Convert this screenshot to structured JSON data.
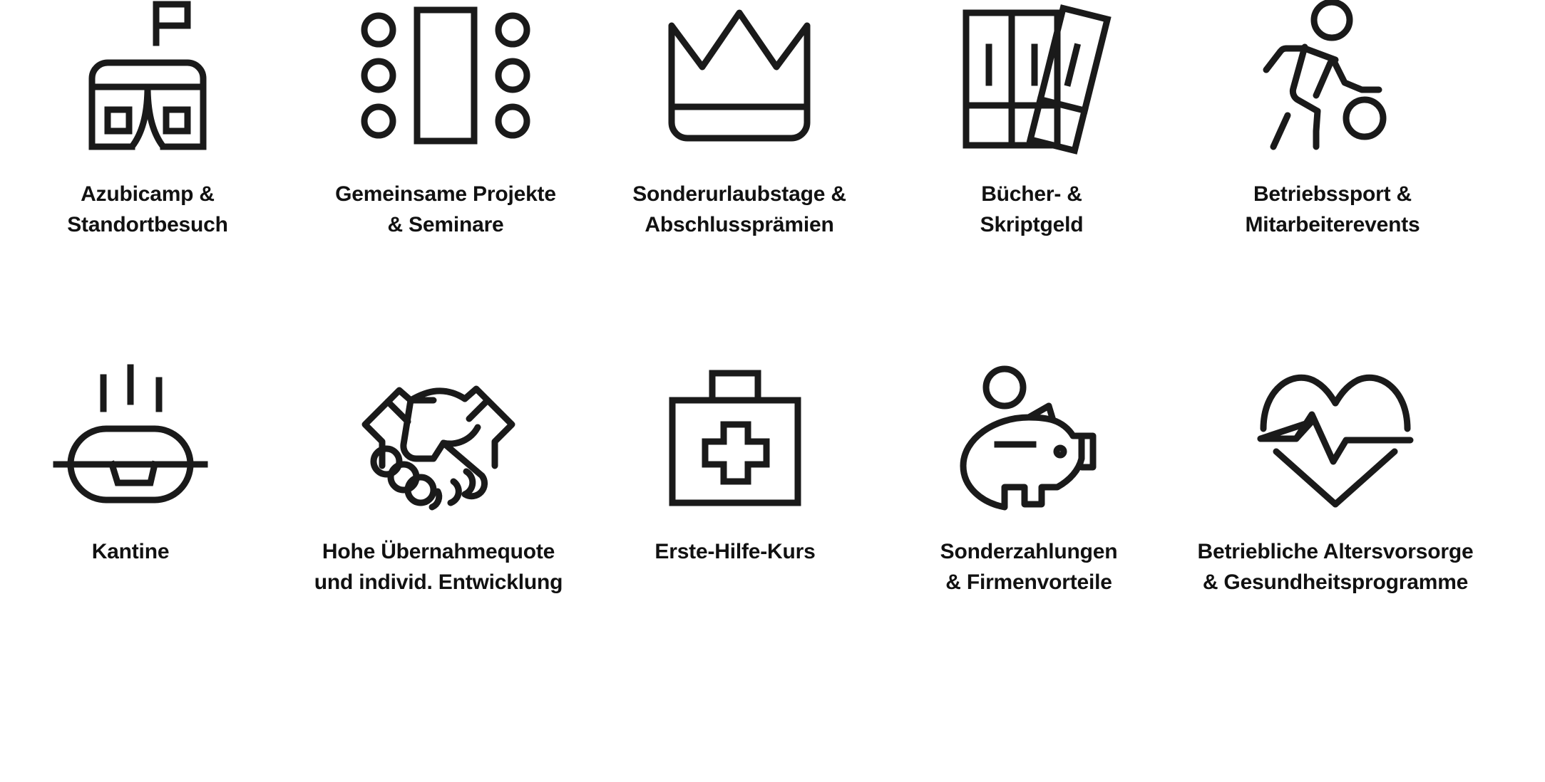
{
  "page": {
    "background_color": "#ffffff",
    "stroke_color": "#1a1a1a",
    "text_color": "#111111",
    "columns": 5,
    "rows": 2
  },
  "benefits": [
    {
      "icon": "tent-with-flag-icon",
      "label_line1": "Azubicamp &",
      "label_line2": "Standortbesuch",
      "label": "Azubicamp & Standortbesuch"
    },
    {
      "icon": "meeting-table-icon",
      "label_line1": "Gemeinsame Projekte",
      "label_line2": "& Seminare",
      "label": "Gemeinsame Projekte & Seminare"
    },
    {
      "icon": "crown-icon",
      "label_line1": "Sonderurlaubstage &",
      "label_line2": "Abschlussprämien",
      "label": "Sonderurlaubstage & Abschlussprämien"
    },
    {
      "icon": "books-icon",
      "label_line1": "Bücher- &",
      "label_line2": "Skriptgeld",
      "label": "Bücher- & Skriptgeld"
    },
    {
      "icon": "running-person-with-ball-icon",
      "label_line1": "Betriebssport &",
      "label_line2": "Mitarbeiterevents",
      "label": "Betriebssport & Mitarbeiterevents"
    },
    {
      "icon": "lunch-box-icon",
      "label_line1": "Kantine",
      "label_line2": "",
      "label": "Kantine"
    },
    {
      "icon": "handshake-icon",
      "label_line1": "Hohe Übernahmequote",
      "label_line2": "und individ. Entwicklung",
      "label": "Hohe Übernahmequote und individ. Entwicklung"
    },
    {
      "icon": "first-aid-kit-icon",
      "label_line1": "Erste-Hilfe-Kurs",
      "label_line2": "",
      "label": "Erste-Hilfe-Kurs"
    },
    {
      "icon": "piggy-bank-icon",
      "label_line1": "Sonderzahlungen",
      "label_line2": "& Firmenvorteile",
      "label": "Sonderzahlungen & Firmenvorteile"
    },
    {
      "icon": "heart-pulse-icon",
      "label_line1": "Betriebliche Altersvorsorge",
      "label_line2": "& Gesundheitsprogramme",
      "label": "Betriebliche Altersvorsorge & Gesundheitsprogramme"
    }
  ]
}
